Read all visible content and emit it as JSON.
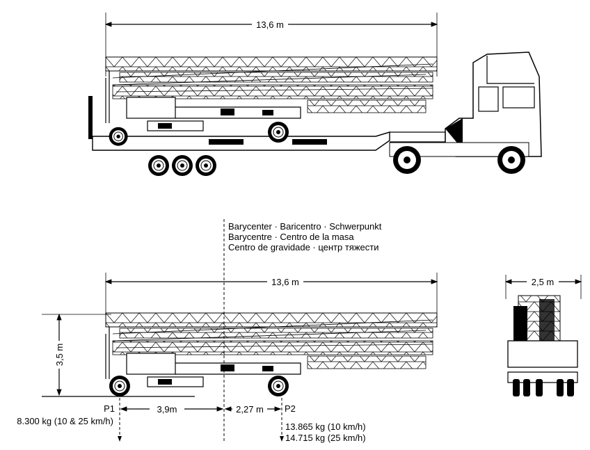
{
  "top_view": {
    "length_label": "13,6 m"
  },
  "center_of_mass": {
    "lines": [
      "Barycenter · Baricentro · Schwerpunkt",
      "Barycentre · Centro de la masa",
      "Centro de gravidade · центр тяжести"
    ]
  },
  "side_view": {
    "length_label": "13,6 m",
    "height_label": "3,5 m",
    "p1_label": "P1",
    "p1_load": "8.300 kg (10 & 25 km/h)",
    "dist_p1_label": "3,9m",
    "dist_p2_label": "2,27 m",
    "p2_label": "P2",
    "p2_load_10": "13.865 kg (10 km/h)",
    "p2_load_25": "14.715 kg (25 km/h)"
  },
  "end_view": {
    "width_label": "2,5 m"
  }
}
